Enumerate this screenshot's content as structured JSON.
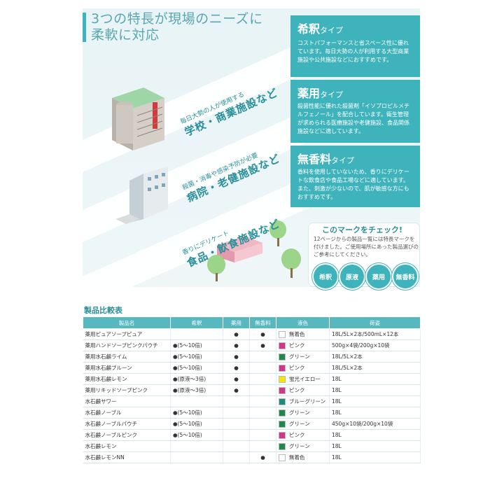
{
  "hero": {
    "title_line1": "3つの特長が現場のニーズに",
    "title_line2": "柔軟に対応",
    "segments": [
      {
        "small": "毎日大勢の人が使用する",
        "big": "学校・商業施設など"
      },
      {
        "small": "殺菌・消毒や感染予防が必要",
        "big": "病院・老健施設など"
      },
      {
        "small": "香りにデリケート",
        "big": "食品・飲食施設など"
      }
    ]
  },
  "types": [
    {
      "name": "希釈",
      "suffix": "タイプ",
      "desc": "コストパフォーマンスと省スペース性に優れています。毎日大勢の人が利用する大型商業施設や公共施設などにおすすめです。"
    },
    {
      "name": "薬用",
      "suffix": "タイプ",
      "desc": "殺菌性能に優れた殺菌剤「イソプロピルメチルフェノール」を配合しています。衛生管理が求められる医療施設や老健施設、食品関係施設などに適しています。"
    },
    {
      "name": "無香料",
      "suffix": "タイプ",
      "desc": "香料を使用していないため、香りにデリケートな飲食店や食品工場などに適しています。また、刺激が少ないので、肌が敏感な方にもおすすめです。"
    }
  ],
  "check": {
    "title": "このマークをチェック!",
    "desc": "12ページからの製品一覧には特長マークを付けました。ご使用場所にあった製品選びのご参考にしてください。",
    "badges": [
      "希釈",
      "原液",
      "薬用",
      "無香料"
    ]
  },
  "table": {
    "title": "製品比較表",
    "headers": [
      "製品名",
      "希釈",
      "薬用",
      "無香料",
      "液色",
      "荷姿"
    ],
    "rows": [
      {
        "name": "薬用ピュアソープピュア",
        "dilution": "",
        "medicated": "●",
        "unscented": "●",
        "color": "無着色",
        "swatch": "#ffffff",
        "pack": "18L/5L×2本/500mL×12本"
      },
      {
        "name": "薬用ハンドソープピンクパウチ",
        "dilution": "●(5〜10倍)",
        "medicated": "●",
        "unscented": "●",
        "color": "ピンク",
        "swatch": "#d4338a",
        "pack": "500g×4袋/200g×10袋"
      },
      {
        "name": "薬用水石鹸ライム",
        "dilution": "●(5〜10倍)",
        "medicated": "●",
        "unscented": "",
        "color": "グリーン",
        "swatch": "#1e8a4a",
        "pack": "18L/5L×2本"
      },
      {
        "name": "薬用水石鹸ブルーン",
        "dilution": "●(5〜10倍)",
        "medicated": "●",
        "unscented": "",
        "color": "ピンク",
        "swatch": "#d4338a",
        "pack": "18L/5L×2本"
      },
      {
        "name": "薬用水石鹸レモン",
        "dilution": "●(原液〜3倍)",
        "medicated": "●",
        "unscented": "",
        "color": "蛍光イエロー",
        "swatch": "#f3e600",
        "pack": "18L"
      },
      {
        "name": "薬用リキッドソープピンク",
        "dilution": "●(原液〜3倍)",
        "medicated": "●",
        "unscented": "",
        "color": "ピンク",
        "swatch": "#d4338a",
        "pack": "18L"
      },
      {
        "name": "水石鹸サワー",
        "dilution": "",
        "medicated": "",
        "unscented": "",
        "color": "ブルーグリーン",
        "swatch": "#1a8c7a",
        "pack": "18L"
      },
      {
        "name": "水石鹸ノーブル",
        "dilution": "●(5〜10倍)",
        "medicated": "",
        "unscented": "",
        "color": "グリーン",
        "swatch": "#1e8a4a",
        "pack": "18L"
      },
      {
        "name": "水石鹸ノーブルパウチ",
        "dilution": "●(5〜10倍)",
        "medicated": "",
        "unscented": "",
        "color": "グリーン",
        "swatch": "#1e8a4a",
        "pack": "450g×10袋/200g×10袋"
      },
      {
        "name": "水石鹸ノーブルピンク",
        "dilution": "●(5〜10倍)",
        "medicated": "",
        "unscented": "",
        "color": "ピンク",
        "swatch": "#d4338a",
        "pack": "18L"
      },
      {
        "name": "水石鹸レモン",
        "dilution": "",
        "medicated": "",
        "unscented": "",
        "color": "グリーン",
        "swatch": "#1e8a4a",
        "pack": "18L"
      },
      {
        "name": "水石鹸レモンNN",
        "dilution": "",
        "medicated": "",
        "unscented": "●",
        "color": "無着色",
        "swatch": "#ffffff",
        "pack": "18L"
      }
    ]
  },
  "colors": {
    "accent": "#3fb3bb",
    "header": "#58b8c0"
  }
}
